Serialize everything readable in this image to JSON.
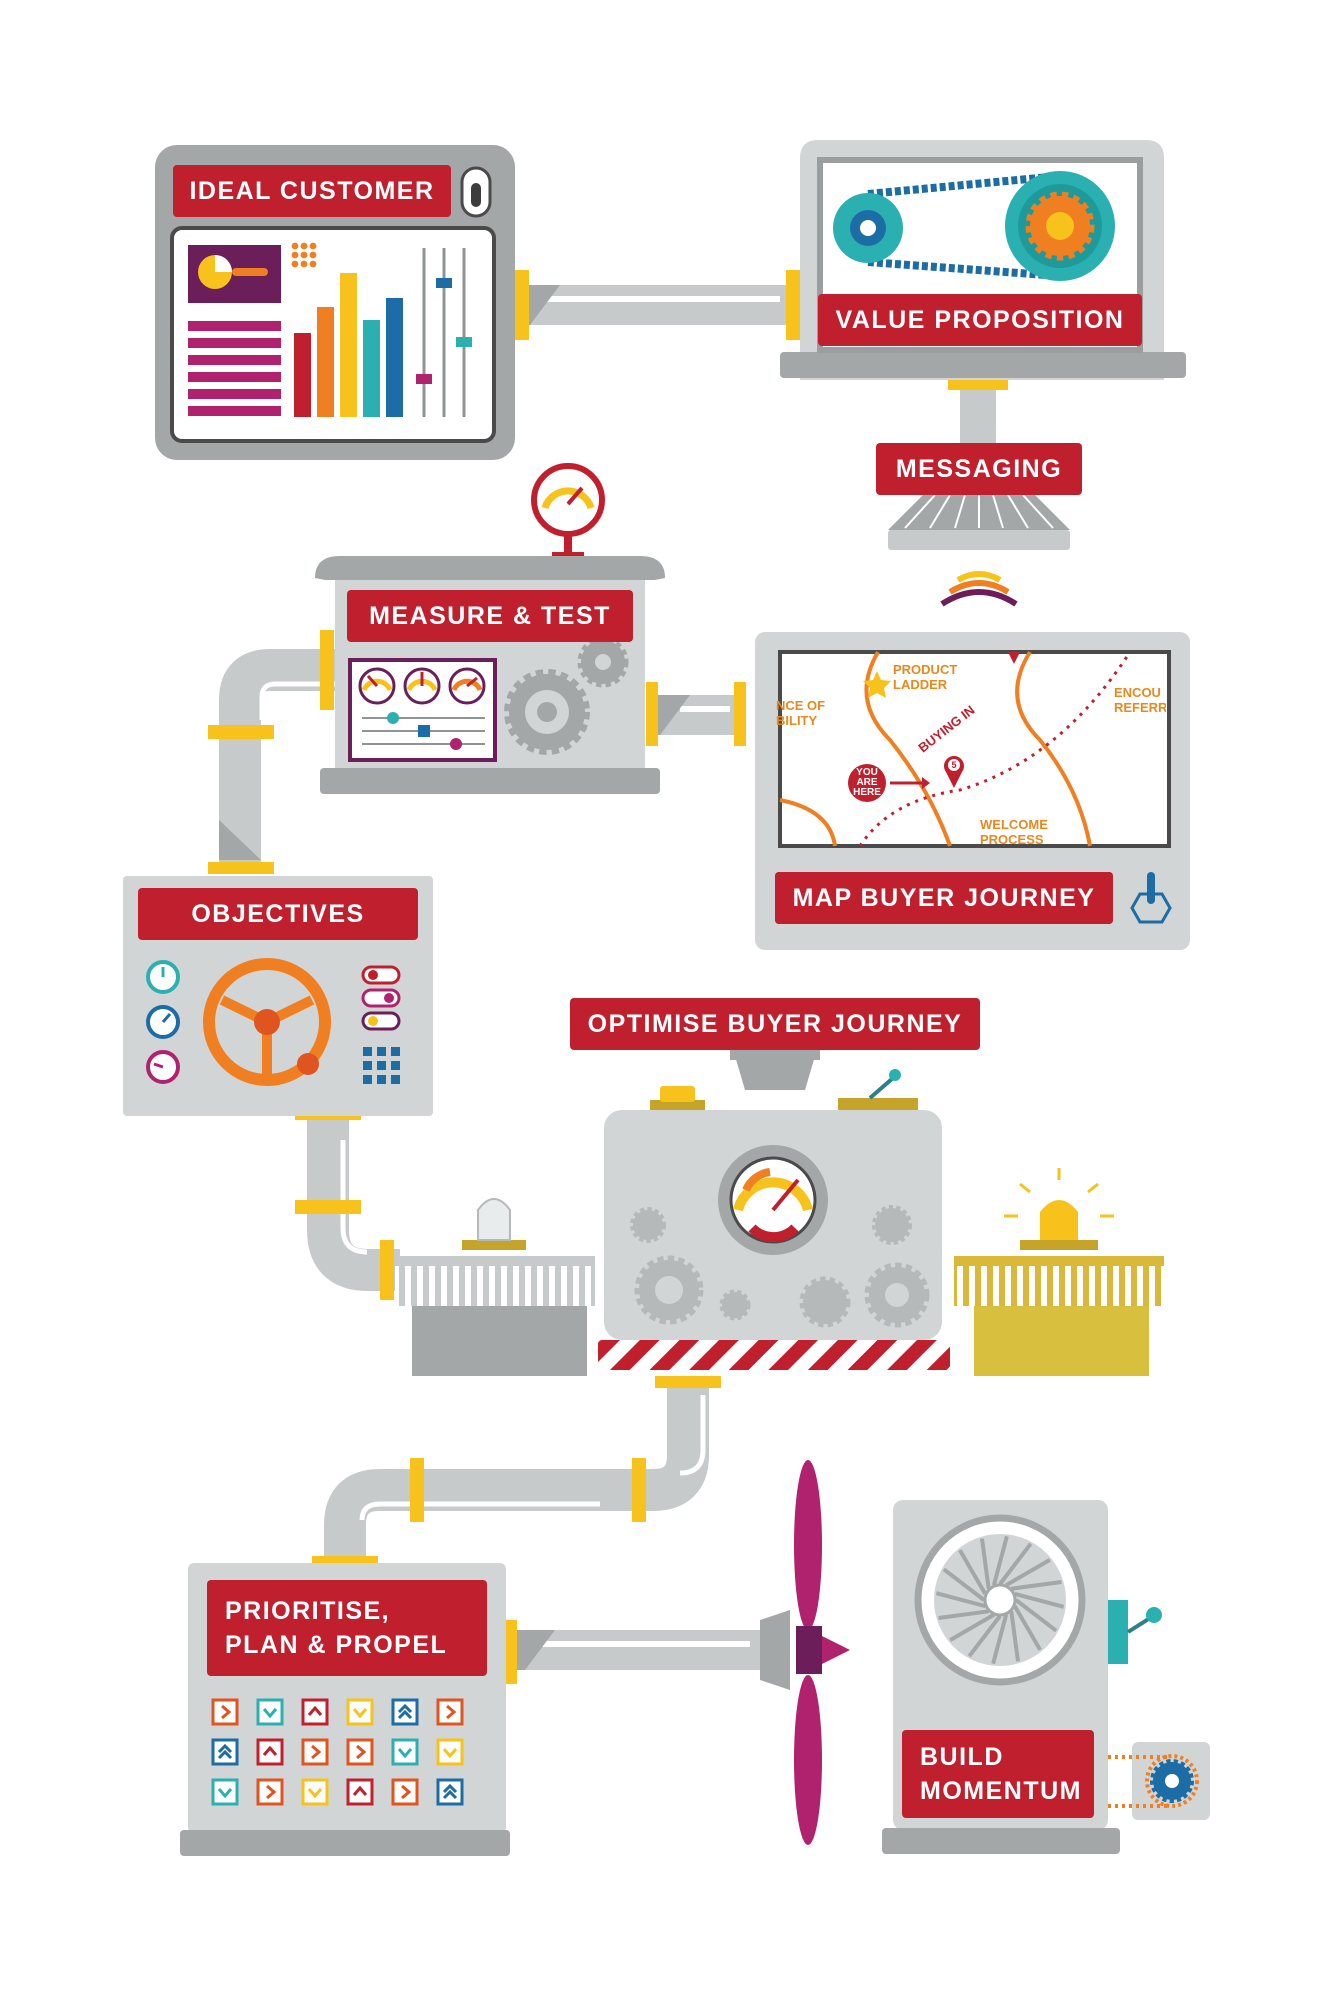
{
  "stations": {
    "ideal_customer": "IDEAL CUSTOMER",
    "value_proposition": "VALUE PROPOSITION",
    "messaging": "MESSAGING",
    "measure_test": "MEASURE & TEST",
    "map_buyer_journey": "MAP BUYER JOURNEY",
    "objectives": "OBJECTIVES",
    "optimise_buyer_journey": "OPTIMISE BUYER JOURNEY",
    "prioritise_plan_propel": "PRIORITISE,\nPLAN & PROPEL",
    "build_momentum": "BUILD\nMOMENTUM"
  },
  "map": {
    "product_ladder": "PRODUCT\nLADDER",
    "visibility": "NCE OF\nBILITY",
    "encourage_referral": "ENCOU\nREFERR",
    "buying_in": "BUYING IN",
    "stage_number": "5",
    "you_are_here": "YOU\nARE\nHERE",
    "welcome_process": "WELCOME\nPROCESS"
  },
  "colors": {
    "brand_red": "#c0202d",
    "machine_grey": "#d2d5d6",
    "pipe_grey": "#c6cacb",
    "dark_grey": "#a3a7a8",
    "yellow": "#f6c21b",
    "orange": "#f07f21",
    "teal": "#2bb0b1",
    "navy": "#1c6ca5",
    "magenta": "#b0226d",
    "purple": "#6b1e5a"
  }
}
